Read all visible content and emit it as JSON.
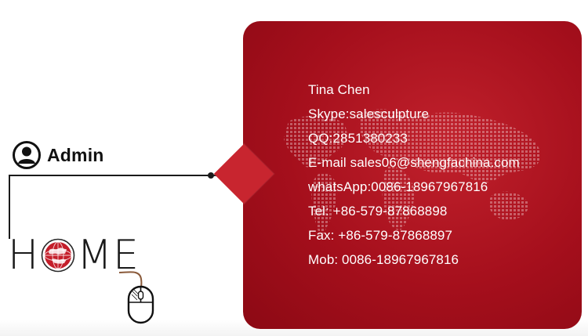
{
  "admin": {
    "label": "Admin",
    "icon": "user-icon"
  },
  "logo": {
    "letters": [
      "H",
      "M",
      "E"
    ],
    "globe_icon": "globe-icon",
    "text": "HOME"
  },
  "mouse": {
    "icon": "mouse-icon"
  },
  "contact": {
    "name": "Tina Chen",
    "skype": "Skype:salesculpture",
    "qq": "QQ:2851380233",
    "email": "E-mail sales06@shengfachina.com",
    "whatsapp": "whatsApp:0086-18967967816",
    "tel": "Tel:  +86-579-87868898",
    "fax": "Fax:  +86-579-87868897",
    "mob": "Mob:  0086-18967967816"
  },
  "colors": {
    "card_red": "#a50f1c",
    "diamond_red": "#c8252f",
    "text_dark": "#111111",
    "text_light": "#ffffff"
  }
}
